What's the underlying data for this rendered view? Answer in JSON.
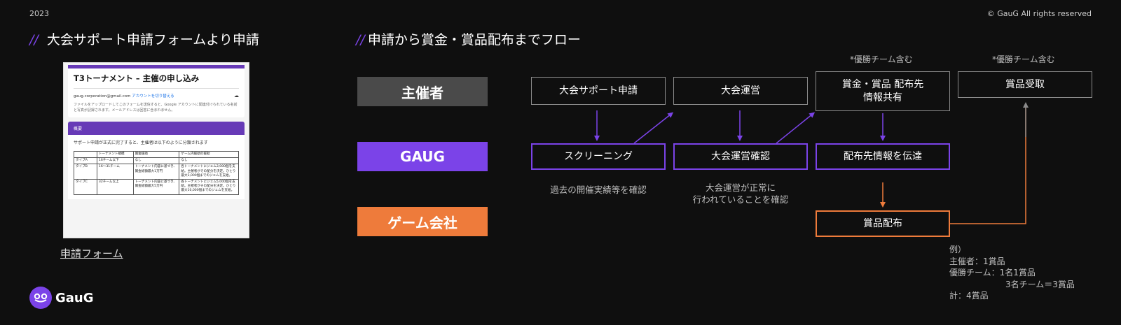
{
  "header": {
    "year": "2023",
    "copyright": "© GauG All rights reserved"
  },
  "left": {
    "slash": "//",
    "title": "大会サポート申請フォームより申請",
    "form_link": "申請フォーム"
  },
  "form_thumb": {
    "title": "T3トーナメント – 主催の申し込み",
    "email": "gaug.corporation@gmail.com",
    "switch_account": "アカウントを切り替える",
    "description": "ファイルをアップロードしてこのフォームを送信すると、Google アカウントに関連付けられている名前と写真が記録されます。メールアドレスは回答に含まれません。",
    "section_title": "概要",
    "section_text": "サポート申請が正式に完了すると、主催者は以下のように分類されます",
    "table_headers": [
      "",
      "トーナメント規模",
      "賞金援助",
      "ゲーム内援助の援助"
    ],
    "table_rows": [
      [
        "タイプA",
        "16チーム以下",
        "なし",
        "なし"
      ],
      [
        "タイプB",
        "16〜31チーム",
        "トーナメント内容に基づき、賞金総額最大1万円",
        "各トーナメントにジェム3,000個を支給。主催者がその配分を決定。ひとり最大3,000個までのジェムを支給。"
      ],
      [
        "タイプC",
        "32チーム以上",
        "トーナメント内容に基づき、賞金総額最大5万円",
        "各トーナメントにジェム5,000個を支給。主催者がその配分を決定。ひとり最大10,000個までのジェムを支給。"
      ]
    ]
  },
  "right": {
    "slash": "//",
    "title": "申請から賞金・賞品配布までフロー"
  },
  "roles": {
    "host": "主催者",
    "gaug": "GAUG",
    "game": "ゲーム会社"
  },
  "flow": {
    "apply": "大会サポート申請",
    "operate": "大会運営",
    "share_line1": "賞金・賞品 配布先",
    "share_line2": "情報共有",
    "receive": "賞品受取",
    "screening": "スクリーニング",
    "confirm": "大会運営確認",
    "notify": "配布先情報を伝達",
    "distribute": "賞品配布",
    "note_include1": "*優勝チーム含む",
    "note_include2": "*優勝チーム含む",
    "screening_note": "過去の開催実績等を確認",
    "confirm_note_line1": "大会運営が正常に",
    "confirm_note_line2": "行われていることを確認"
  },
  "example": {
    "label": "例）",
    "line1": "主催者：1賞品",
    "line2": "優勝チーム：1名1賞品",
    "line3": "3名チーム＝3賞品",
    "line4": "計：4賞品"
  },
  "logo": {
    "text": "GauG"
  },
  "colors": {
    "purple": "#7b43e8",
    "orange": "#ee7b3b",
    "gray": "#4a4a4a",
    "arrow_gray": "#8a8a8a"
  }
}
